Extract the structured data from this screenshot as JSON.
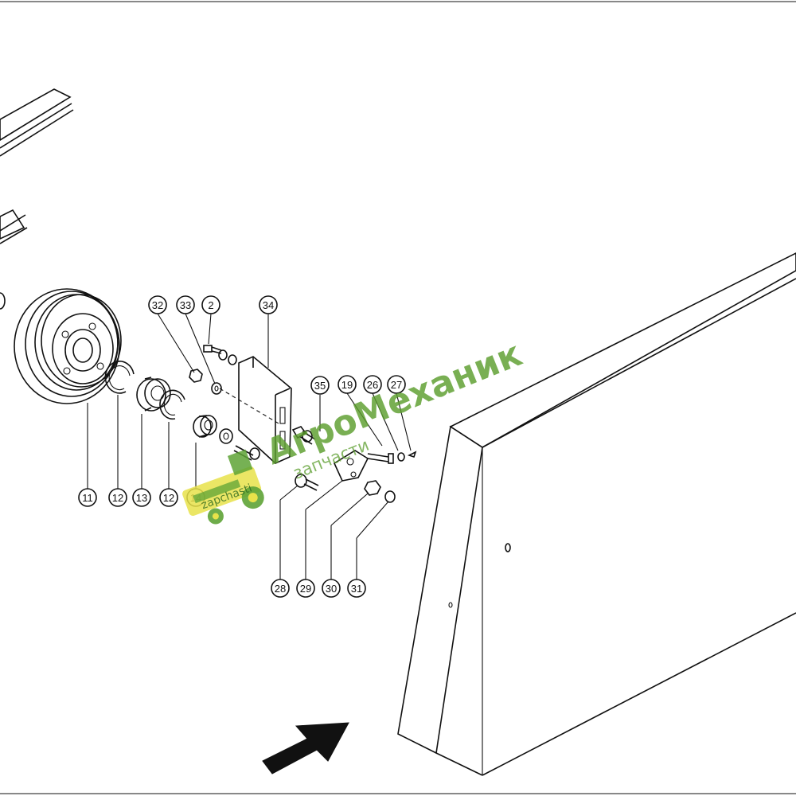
{
  "diagram": {
    "callouts": [
      "32",
      "33",
      "2",
      "34",
      "35",
      "19",
      "26",
      "27",
      "11",
      "12",
      "13",
      "12",
      "14",
      "28",
      "29",
      "30",
      "31"
    ]
  },
  "watermark": {
    "brand": "АгроМеханик",
    "subtitle": "запчасти",
    "logo_text": "zapchasti"
  },
  "colors": {
    "watermark_green": "#5c9e2e",
    "tractor_yellow": "#e8e24a",
    "tractor_green": "#5ea336",
    "line": "#111111"
  },
  "icons": {
    "logo": "tractor-logo-icon",
    "arrow": "direction-arrow-icon"
  }
}
